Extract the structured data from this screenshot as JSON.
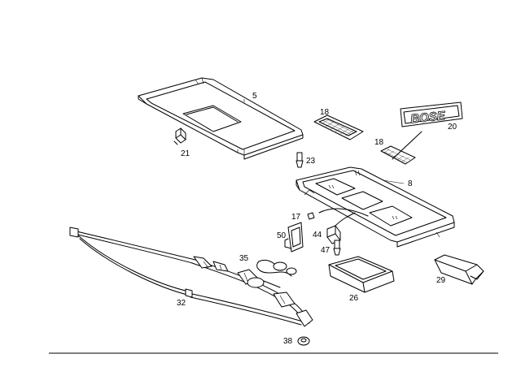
{
  "labels": {
    "p5": "5",
    "p18a": "18",
    "p18b": "18",
    "p20": "20",
    "p21": "21",
    "p23": "23",
    "p8": "8",
    "p17": "17",
    "p44": "44",
    "p50": "50",
    "p47": "47",
    "p35": "35",
    "p26": "26",
    "p29": "29",
    "p32": "32",
    "p38": "38"
  },
  "emblem_text": "BOSE"
}
